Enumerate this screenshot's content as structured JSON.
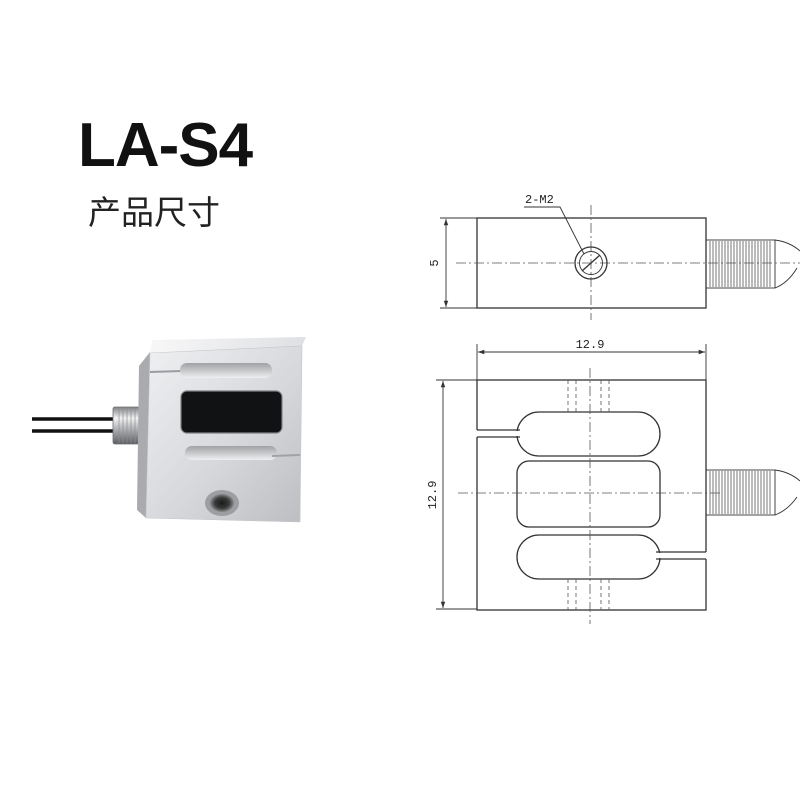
{
  "header": {
    "title": "LA-S4",
    "subtitle": "产品尺寸"
  },
  "drawing": {
    "top_view": {
      "thread_label": "2-M2",
      "height_dim": "5"
    },
    "front_view": {
      "width_dim": "12.9",
      "height_dim": "12.9"
    }
  },
  "colors": {
    "line": "#333333",
    "title": "#111111",
    "sensor_body": "#d6d8db",
    "cable": "#111111"
  }
}
